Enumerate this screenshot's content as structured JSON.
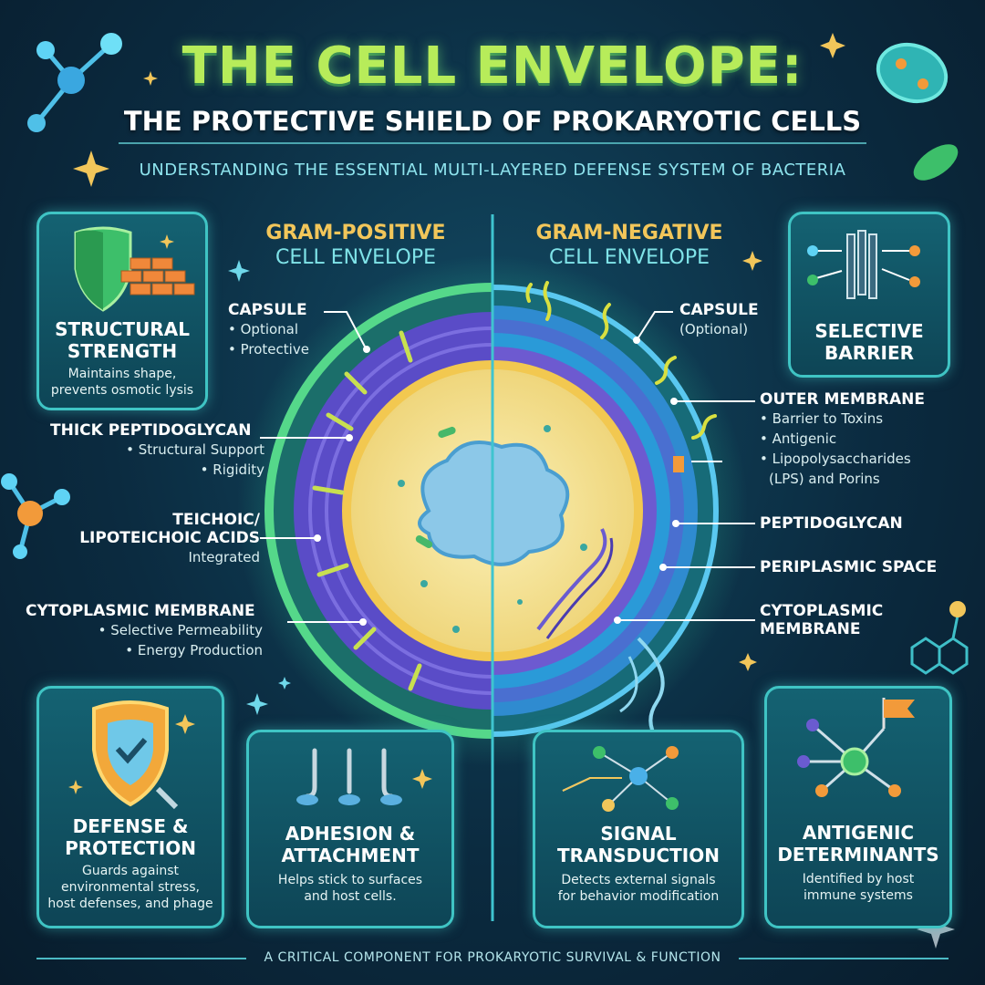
{
  "header": {
    "title": "THE CELL ENVELOPE:",
    "subtitle": "THE PROTECTIVE SHIELD OF PROKARYOTIC CELLS",
    "tagline": "UNDERSTANDING THE ESSENTIAL MULTI-LAYERED DEFENSE SYSTEM OF BACTERIA"
  },
  "gram_positive": {
    "heading_1": "GRAM-POSITIVE",
    "heading_2": "CELL ENVELOPE",
    "labels": [
      {
        "title": "CAPSULE",
        "lines": [
          "• Optional",
          "• Protective"
        ]
      },
      {
        "title": "THICK PEPTIDOGLYCAN",
        "lines": [
          "• Structural Support",
          "• Rigidity"
        ]
      },
      {
        "title_1": "TEICHOIC/",
        "title_2": "LIPOTEICHOIC ACIDS",
        "lines": [
          "Integrated"
        ]
      },
      {
        "title": "CYTOPLASMIC MEMBRANE",
        "lines": [
          "• Selective Permeability",
          "• Energy Production"
        ]
      }
    ]
  },
  "gram_negative": {
    "heading_1": "GRAM-NEGATIVE",
    "heading_2": "CELL ENVELOPE",
    "labels": [
      {
        "title": "CAPSULE",
        "lines": [
          "(Optional)"
        ]
      },
      {
        "title": "OUTER MEMBRANE",
        "lines": [
          "• Barrier to Toxins",
          "• Antigenic",
          "• Lipopolysaccharides",
          "(LPS) and Porins"
        ]
      },
      {
        "title": "PEPTIDOGLYCAN"
      },
      {
        "title": "PERIPLASMIC SPACE"
      },
      {
        "title_1": "CYTOPLASMIC",
        "title_2": "MEMBRANE"
      }
    ]
  },
  "panels": {
    "structural": {
      "title_1": "STRUCTURAL",
      "title_2": "STRENGTH",
      "desc_1": "Maintains shape,",
      "desc_2": "prevents osmotic lysis",
      "icon": "shield-brick-icon"
    },
    "selective": {
      "title_1": "SELECTIVE",
      "title_2": "BARRIER",
      "icon": "membrane-filter-icon"
    },
    "defense": {
      "title_1": "DEFENSE &",
      "title_2": "PROTECTION",
      "desc_1": "Guards against",
      "desc_2": "environmental stress,",
      "desc_3": "host defenses, and phage",
      "icon": "shield-check-icon"
    },
    "adhesion": {
      "title_1": "ADHESION &",
      "title_2": "ATTACHMENT",
      "desc_1": "Helps stick to surfaces",
      "desc_2": "and host cells.",
      "icon": "pili-icon"
    },
    "signal": {
      "title_1": "SIGNAL",
      "title_2": "TRANSDUCTION",
      "desc_1": "Detects external signals",
      "desc_2": "for behavior modification",
      "icon": "network-icon"
    },
    "antigenic": {
      "title_1": "ANTIGENIC",
      "title_2": "DETERMINANTS",
      "desc_1": "Identified by host",
      "desc_2": "immune systems",
      "icon": "antigen-flag-icon"
    }
  },
  "footer": {
    "text": "A CRITICAL COMPONENT FOR PROKARYOTIC SURVIVAL & FUNCTION"
  },
  "colors": {
    "title_green": "#b7ec5a",
    "gold": "#f2c65a",
    "teal": "#3fc4c4",
    "purple": "#6a5bd0",
    "cytoplasm": "#f3e39a"
  }
}
